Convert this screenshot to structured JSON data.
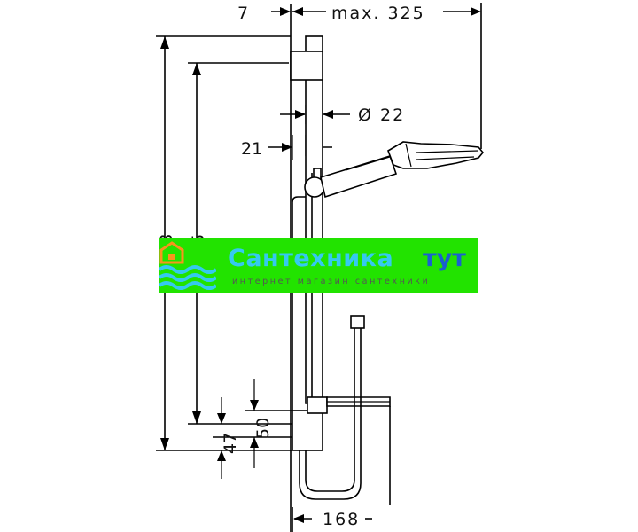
{
  "dimensions": {
    "top_offset": "7",
    "max_reach": "max. 325",
    "rail_diameter": "Ø 22",
    "wall_offset": "21",
    "total_height": "718",
    "mount_height": "625",
    "holder_height": "47",
    "holder_offset": "50",
    "soap_dish": "168"
  },
  "watermark": {
    "name": "Сантехника",
    "accent": "тут",
    "tagline": "интернет магазин сантехники",
    "colors": {
      "background": "#22e300",
      "name": "#35c9f0",
      "accent": "#1a5fd0",
      "logo": "#f7941d"
    }
  }
}
